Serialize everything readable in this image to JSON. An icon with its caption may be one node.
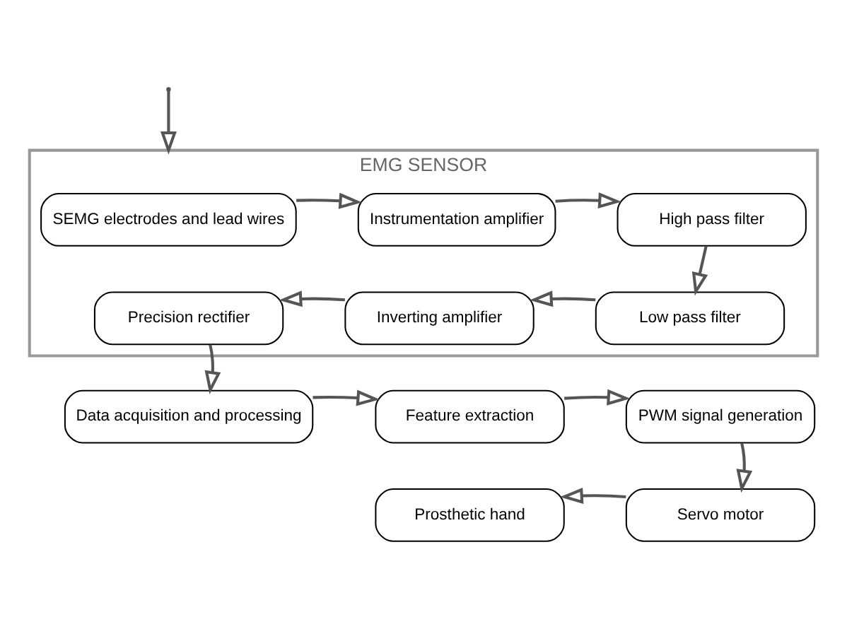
{
  "diagram": {
    "nodes": [
      {
        "text": [
          "EMG SENSOR"
        ]
      },
      {
        "text": [
          "SEMG electrodes and lead wires"
        ],
        "in": 0
      },
      {
        "text": [
          "Instrumentation amplifier"
        ],
        "in": 0
      },
      {
        "text": [
          "High pass filter"
        ],
        "in": 0
      },
      {
        "text": [
          "Precision rectifier"
        ],
        "in": 0
      },
      {
        "text": [
          "Inverting amplifier"
        ],
        "in": 0
      },
      {
        "text": [
          "Low pass filter"
        ],
        "in": 0
      },
      {
        "text": [
          "Data acquisition and processing"
        ]
      },
      {
        "text": [
          "Feature extraction"
        ]
      },
      {
        "text": [
          "PWM signal generation"
        ]
      },
      {
        "text": [
          "Prosthetic hand"
        ]
      },
      {
        "text": [
          "Servo motor"
        ]
      }
    ],
    "edges": [
      {
        "from": null,
        "to": 0,
        "arrow": "to"
      },
      {
        "from": 1,
        "to": 2,
        "arrow": "to"
      },
      {
        "from": 2,
        "to": 3,
        "arrow": "to"
      },
      {
        "from": 3,
        "to": 6,
        "arrow": "to"
      },
      {
        "from": 6,
        "to": 5,
        "arrow": "to"
      },
      {
        "from": 5,
        "to": 4,
        "arrow": "to"
      },
      {
        "from": 4,
        "to": 7,
        "arrow": "to"
      },
      {
        "from": 7,
        "to": 8,
        "arrow": "to"
      },
      {
        "from": 8,
        "to": 9,
        "arrow": "to"
      },
      {
        "from": 9,
        "to": 11,
        "arrow": "to"
      },
      {
        "from": 11,
        "to": 10,
        "arrow": "to"
      }
    ]
  }
}
